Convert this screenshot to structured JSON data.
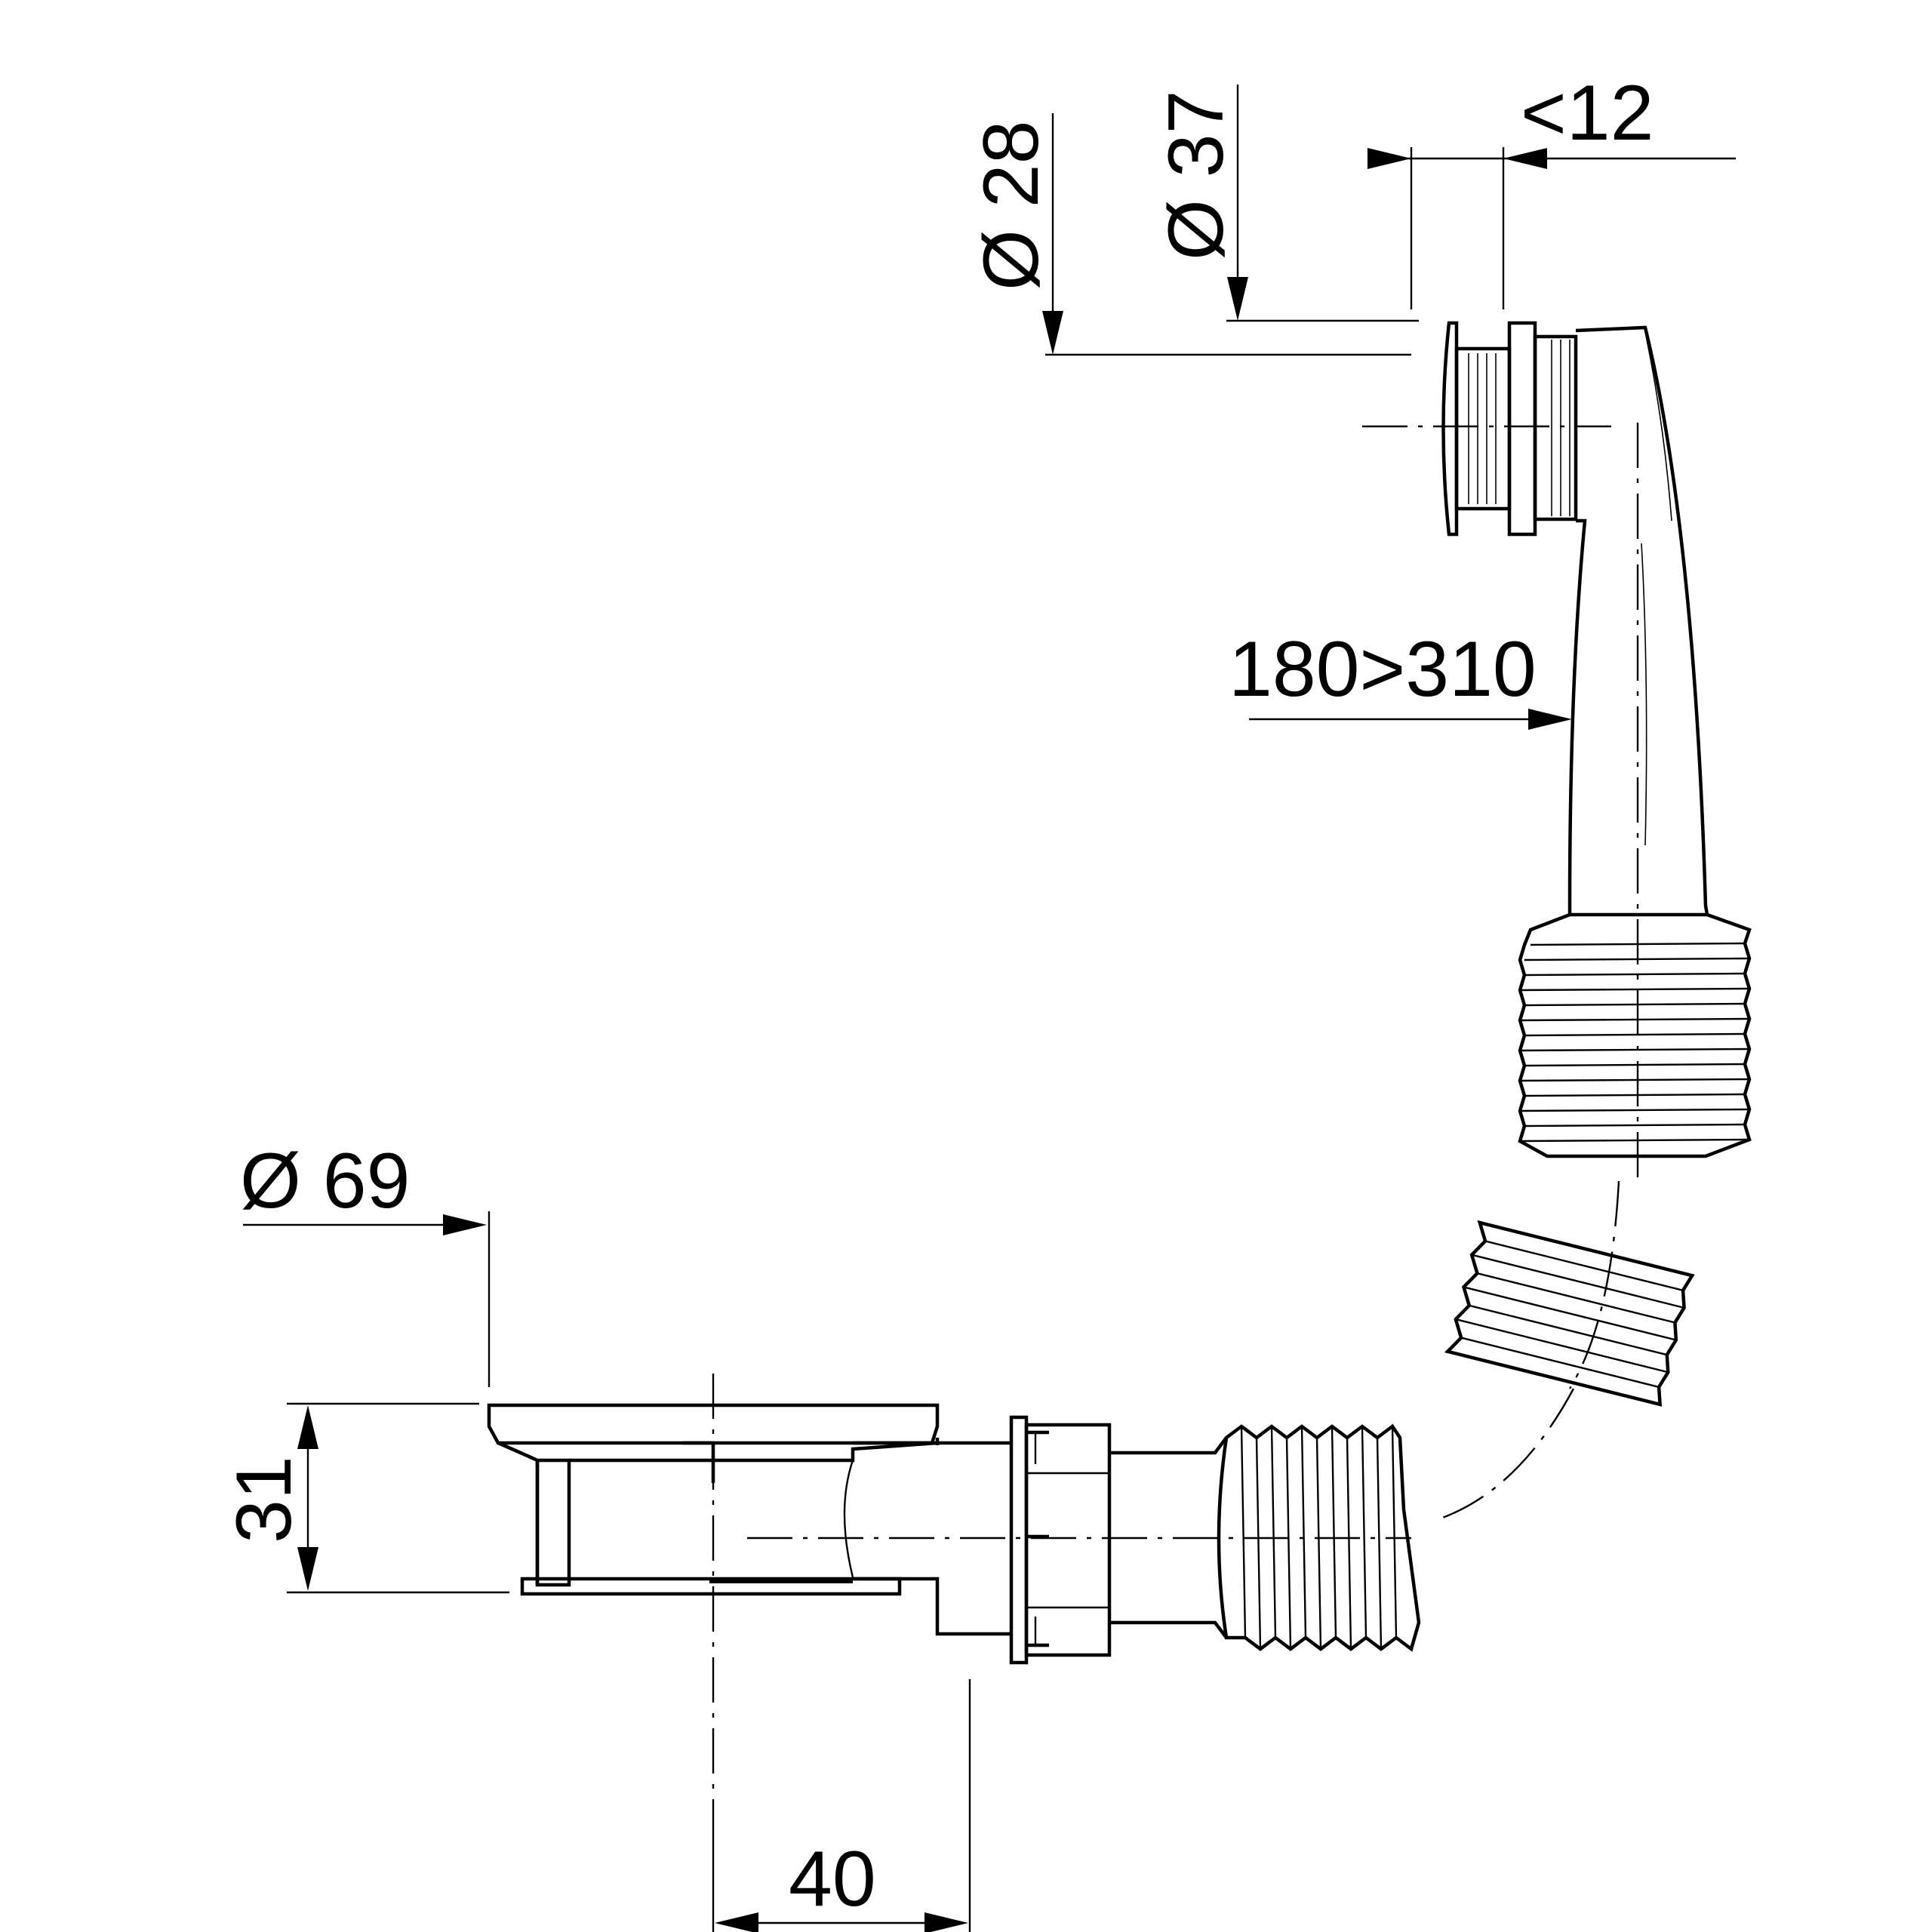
{
  "labels": {
    "d28": "Ø 28",
    "d37": "Ø 37",
    "lt12": "<12",
    "len": "180>310",
    "d69": "Ø 69",
    "h31": "31",
    "w40": "40"
  },
  "colors": {
    "line": "#000000",
    "background": "#ffffff"
  }
}
